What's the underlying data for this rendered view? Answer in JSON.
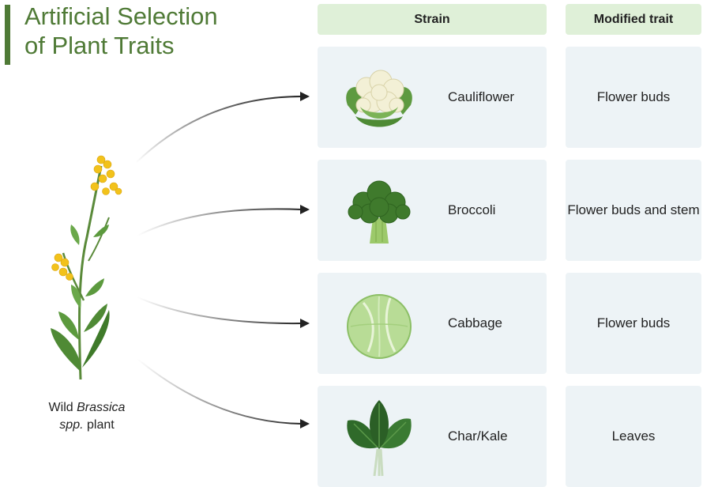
{
  "title": {
    "line1": "Artificial Selection",
    "line2": "of Plant Traits"
  },
  "colors": {
    "accent": "#4f7a36",
    "header_bg": "#dff0d8",
    "card_bg": "#edf3f6"
  },
  "plant": {
    "caption_prefix": "Wild ",
    "caption_genus": "Brassica",
    "caption_spp": "spp.",
    "caption_suffix": " plant"
  },
  "headers": {
    "strain": "Strain",
    "trait": "Modified trait"
  },
  "rows": [
    {
      "strain": "Cauliflower",
      "trait": "Flower buds",
      "icon": "cauliflower-icon"
    },
    {
      "strain": "Broccoli",
      "trait": "Flower buds and stem",
      "icon": "broccoli-icon"
    },
    {
      "strain": "Cabbage",
      "trait": "Flower buds",
      "icon": "cabbage-icon"
    },
    {
      "strain": "Char/Kale",
      "trait": "Leaves",
      "icon": "kale-icon"
    }
  ]
}
